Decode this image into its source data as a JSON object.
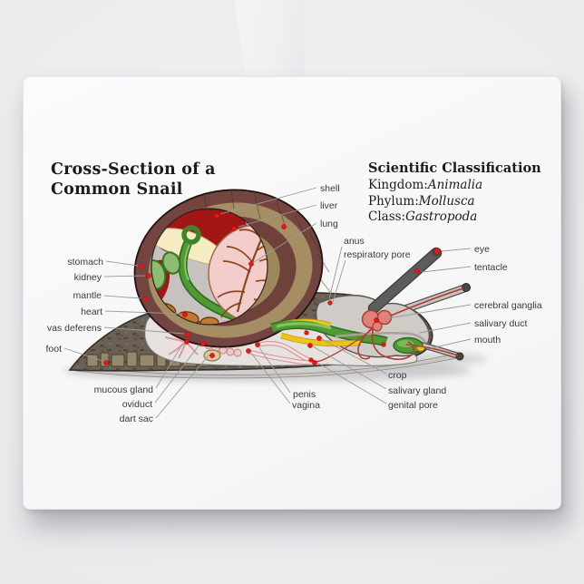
{
  "title": {
    "line1": "Cross-Section of a",
    "line2": "Common Snail"
  },
  "classification": {
    "heading": "Scientific Classification",
    "rows": [
      {
        "rank": "Kingdom:",
        "taxon": "Animalia"
      },
      {
        "rank": "Phylum:",
        "taxon": "Mollusca"
      },
      {
        "rank": "Class:",
        "taxon": "Gastropoda"
      }
    ]
  },
  "labels": {
    "shell": "shell",
    "liver": "liver",
    "lung": "lung",
    "anus": "anus",
    "respiratory_pore": "respiratory pore",
    "eye": "eye",
    "tentacle": "tentacle",
    "cerebral_ganglia": "cerebral ganglia",
    "salivary_duct": "salivary duct",
    "mouth": "mouth",
    "crop": "crop",
    "salivary_gland": "salivary gland",
    "genital_pore": "genital pore",
    "penis": "penis",
    "vagina": "vagina",
    "stomach": "stomach",
    "kidney": "kidney",
    "mantle": "mantle",
    "heart": "heart",
    "vas_deferens": "vas deferens",
    "foot": "foot",
    "mucous_gland": "mucous gland",
    "oviduct": "oviduct",
    "dart_sac": "dart sac"
  },
  "colors": {
    "background": "#ecebed",
    "plaque": "#f8f8f9",
    "shell_outer": "#734440",
    "shell_band_tan": "#a58e63",
    "shell_band_brown": "#6e423a",
    "liver_red": "#a31616",
    "lung_pink": "#f3cdc9",
    "digestive_green": "#4f9a31",
    "salivary_yellow": "#eec41b",
    "nerve_red": "#b23c34",
    "body_gray": "#6b6055",
    "label_dot_red": "#e81616",
    "leader_line": "#999a9a",
    "text": "#1b1b1b",
    "label_text": "#3a3a3a"
  }
}
